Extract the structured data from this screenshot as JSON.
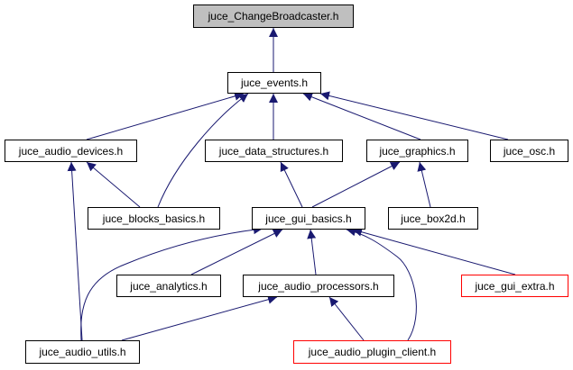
{
  "graph": {
    "title": "juce_ChangeBroadcaster.h include dependency graph",
    "edge_color": "#191970",
    "nodes": [
      {
        "id": "change_broadcaster",
        "label": "juce_ChangeBroadcaster.h",
        "style": "root"
      },
      {
        "id": "events",
        "label": "juce_events.h",
        "style": "normal"
      },
      {
        "id": "audio_devices",
        "label": "juce_audio_devices.h",
        "style": "normal"
      },
      {
        "id": "data_structures",
        "label": "juce_data_structures.h",
        "style": "normal"
      },
      {
        "id": "graphics",
        "label": "juce_graphics.h",
        "style": "normal"
      },
      {
        "id": "osc",
        "label": "juce_osc.h",
        "style": "normal"
      },
      {
        "id": "blocks_basics",
        "label": "juce_blocks_basics.h",
        "style": "normal"
      },
      {
        "id": "gui_basics",
        "label": "juce_gui_basics.h",
        "style": "normal"
      },
      {
        "id": "box2d",
        "label": "juce_box2d.h",
        "style": "normal"
      },
      {
        "id": "analytics",
        "label": "juce_analytics.h",
        "style": "normal"
      },
      {
        "id": "audio_processors",
        "label": "juce_audio_processors.h",
        "style": "normal"
      },
      {
        "id": "gui_extra",
        "label": "juce_gui_extra.h",
        "style": "truncated"
      },
      {
        "id": "audio_utils",
        "label": "juce_audio_utils.h",
        "style": "normal"
      },
      {
        "id": "audio_plugin_client",
        "label": "juce_audio_plugin_client.h",
        "style": "truncated"
      }
    ],
    "edges": [
      {
        "from": "events",
        "to": "change_broadcaster"
      },
      {
        "from": "audio_devices",
        "to": "events"
      },
      {
        "from": "blocks_basics",
        "to": "events"
      },
      {
        "from": "data_structures",
        "to": "events"
      },
      {
        "from": "graphics",
        "to": "events"
      },
      {
        "from": "osc",
        "to": "events"
      },
      {
        "from": "blocks_basics",
        "to": "audio_devices"
      },
      {
        "from": "audio_utils",
        "to": "audio_devices"
      },
      {
        "from": "gui_basics",
        "to": "data_structures"
      },
      {
        "from": "gui_basics",
        "to": "graphics"
      },
      {
        "from": "box2d",
        "to": "graphics"
      },
      {
        "from": "audio_utils",
        "to": "gui_basics"
      },
      {
        "from": "analytics",
        "to": "gui_basics"
      },
      {
        "from": "audio_processors",
        "to": "gui_basics"
      },
      {
        "from": "audio_plugin_client",
        "to": "gui_basics"
      },
      {
        "from": "gui_extra",
        "to": "gui_basics"
      },
      {
        "from": "audio_utils",
        "to": "audio_processors"
      },
      {
        "from": "audio_plugin_client",
        "to": "audio_processors"
      }
    ]
  }
}
